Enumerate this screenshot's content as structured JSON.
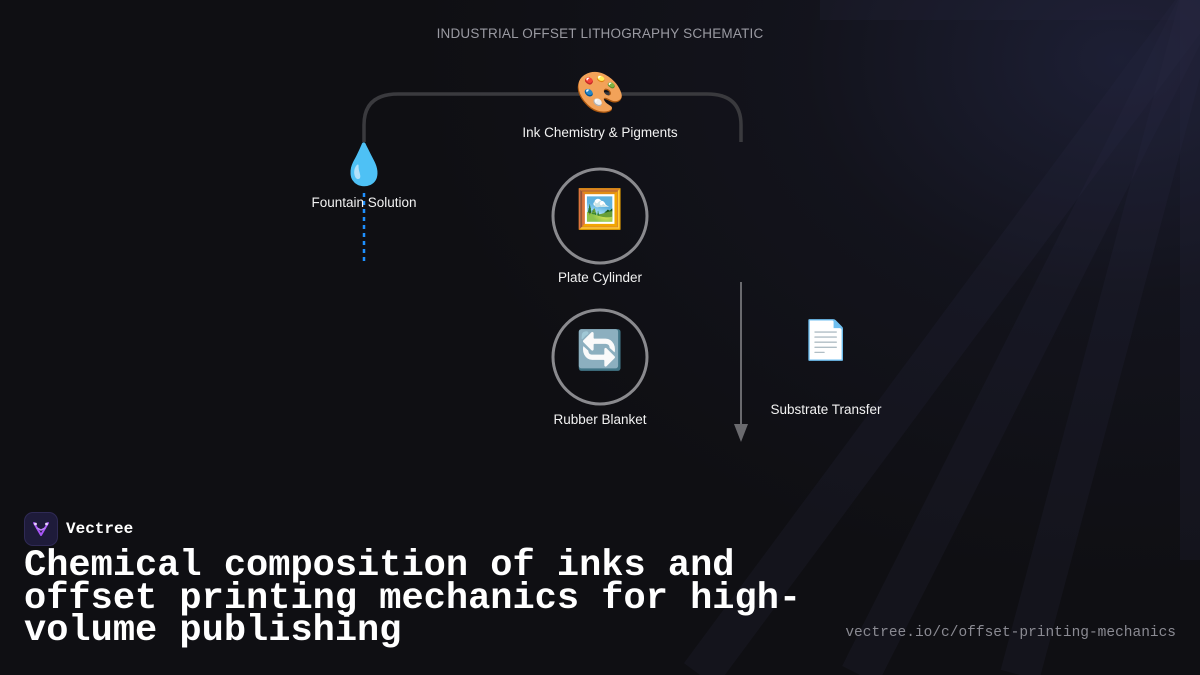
{
  "diagram": {
    "title": "INDUSTRIAL OFFSET LITHOGRAPHY SCHEMATIC",
    "nodes": {
      "ink": {
        "label": "Ink Chemistry & Pigments",
        "icon": "artist-palette-icon",
        "glyph": "🎨"
      },
      "fountain": {
        "label": "Fountain Solution",
        "icon": "water-droplet-icon",
        "glyph": "💧"
      },
      "plate": {
        "label": "Plate Cylinder",
        "icon": "framed-picture-icon",
        "glyph": "🖼️"
      },
      "blanket": {
        "label": "Rubber Blanket",
        "icon": "rotation-arrows-icon",
        "glyph": "🔄"
      },
      "substrate": {
        "label": "Substrate Transfer",
        "icon": "page-document-icon",
        "glyph": "📄"
      }
    },
    "colors": {
      "background": "#0f0f13",
      "connector": "#3a3a3e",
      "cylinder_ring": "#8a8a8e",
      "fountain_flow": "#1e90ff",
      "arrow": "#6a6a6e"
    }
  },
  "brand": {
    "name": "Vectree",
    "logo_color": "#a855f7"
  },
  "headline": "Chemical composition of inks and offset printing mechanics for high-volume publishing",
  "source_url": "vectree.io/c/offset-printing-mechanics"
}
